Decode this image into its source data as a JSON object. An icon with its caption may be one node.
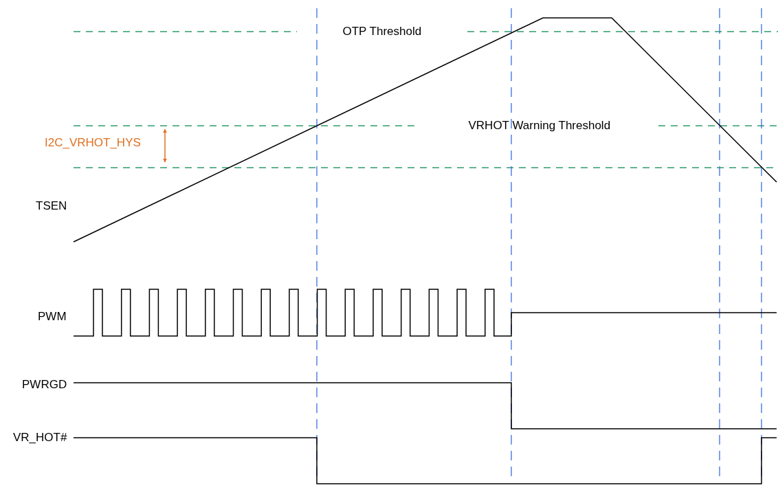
{
  "diagram": {
    "labels": [
      "OTP Threshold",
      "I2C_VRHOT_HYS",
      "VRHOT Warning Threshold",
      "TSEN",
      "PWM",
      "PWRGD",
      "VR_HOT#"
    ]
  }
}
